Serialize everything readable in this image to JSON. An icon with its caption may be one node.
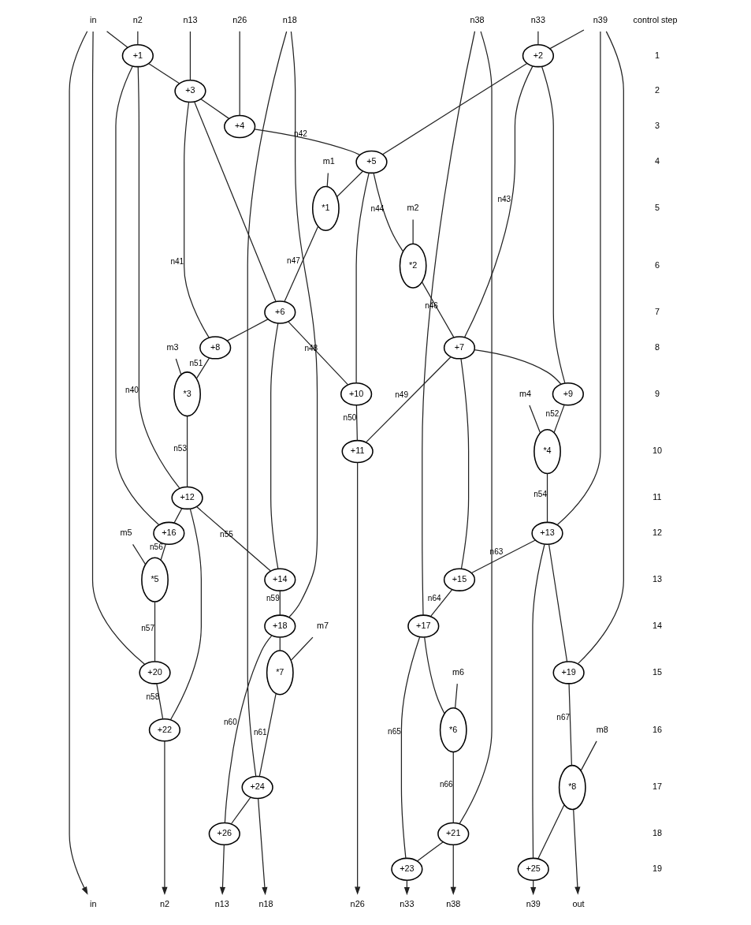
{
  "diagram": {
    "nodes": [
      {
        "text": [
          "in"
        ]
      },
      {
        "text": [
          "n2"
        ]
      },
      {
        "text": [
          "n13"
        ]
      },
      {
        "text": [
          "n26"
        ]
      },
      {
        "text": [
          "n18"
        ]
      },
      {
        "text": [
          "n38"
        ]
      },
      {
        "text": [
          "n33"
        ]
      },
      {
        "text": [
          "n39"
        ]
      },
      {
        "text": [
          "+1"
        ]
      },
      {
        "text": [
          "+2"
        ]
      },
      {
        "text": [
          "+3"
        ]
      },
      {
        "text": [
          "+4"
        ]
      },
      {
        "text": [
          "+5"
        ]
      },
      {
        "text": [
          "m1"
        ]
      },
      {
        "text": [
          "*1"
        ]
      },
      {
        "text": [
          "m2"
        ]
      },
      {
        "text": [
          "*2"
        ]
      },
      {
        "text": [
          "+6"
        ]
      },
      {
        "text": [
          "+8"
        ]
      },
      {
        "text": [
          "+7"
        ]
      },
      {
        "text": [
          "m3"
        ]
      },
      {
        "text": [
          "+10"
        ]
      },
      {
        "text": [
          "+9"
        ]
      },
      {
        "text": [
          "*3"
        ]
      },
      {
        "text": [
          "+11"
        ]
      },
      {
        "text": [
          "m4"
        ]
      },
      {
        "text": [
          "*4"
        ]
      },
      {
        "text": [
          "+12"
        ]
      },
      {
        "text": [
          "+16"
        ]
      },
      {
        "text": [
          "+13"
        ]
      },
      {
        "text": [
          "m5"
        ]
      },
      {
        "text": [
          "+14"
        ]
      },
      {
        "text": [
          "*5"
        ]
      },
      {
        "text": [
          "+15"
        ]
      },
      {
        "text": [
          "+18"
        ]
      },
      {
        "text": [
          "+17"
        ]
      },
      {
        "text": [
          "m7"
        ]
      },
      {
        "text": [
          "+20"
        ]
      },
      {
        "text": [
          "*7"
        ]
      },
      {
        "text": [
          "m6"
        ]
      },
      {
        "text": [
          "+19"
        ]
      },
      {
        "text": [
          "+22"
        ]
      },
      {
        "text": [
          "*6"
        ]
      },
      {
        "text": [
          "m8"
        ]
      },
      {
        "text": [
          "+24"
        ]
      },
      {
        "text": [
          "*8"
        ]
      },
      {
        "text": [
          "+26"
        ]
      },
      {
        "text": [
          "+21"
        ]
      },
      {
        "text": [
          "+23"
        ]
      },
      {
        "text": [
          "+25"
        ]
      },
      {
        "text": [
          "in"
        ]
      },
      {
        "text": [
          "n2"
        ]
      },
      {
        "text": [
          "n13"
        ]
      },
      {
        "text": [
          "n18"
        ]
      },
      {
        "text": [
          "n26"
        ]
      },
      {
        "text": [
          "n33"
        ]
      },
      {
        "text": [
          "n38"
        ]
      },
      {
        "text": [
          "n39"
        ]
      },
      {
        "text": [
          "out"
        ]
      }
    ],
    "edges": [
      {
        "from": 0,
        "to": 8,
        "arrow": "none"
      },
      {
        "from": 0,
        "to": 50,
        "arrow": "to"
      },
      {
        "from": 0,
        "to": 37,
        "arrow": "none"
      },
      {
        "from": 1,
        "to": 8,
        "arrow": "none"
      },
      {
        "from": 2,
        "to": 10,
        "arrow": "none"
      },
      {
        "from": 3,
        "to": 11,
        "arrow": "none"
      },
      {
        "from": 4,
        "to": 34,
        "arrow": "none"
      },
      {
        "from": 4,
        "to": 44,
        "arrow": "none"
      },
      {
        "from": 5,
        "to": 35,
        "arrow": "none"
      },
      {
        "from": 5,
        "to": 47,
        "arrow": "none"
      },
      {
        "from": 6,
        "to": 9,
        "arrow": "none"
      },
      {
        "from": 7,
        "to": 9,
        "arrow": "none"
      },
      {
        "from": 7,
        "to": 29,
        "arrow": "none"
      },
      {
        "from": 7,
        "to": 40,
        "arrow": "none"
      },
      {
        "from": 8,
        "to": 10,
        "arrow": "none"
      },
      {
        "from": 8,
        "to": 27,
        "arrow": "none",
        "label": "n40"
      },
      {
        "from": 8,
        "to": 28,
        "arrow": "none"
      },
      {
        "from": 10,
        "to": 11,
        "arrow": "none"
      },
      {
        "from": 10,
        "to": 18,
        "arrow": "none",
        "label": "n41"
      },
      {
        "from": 10,
        "to": 17,
        "arrow": "none"
      },
      {
        "from": 11,
        "to": 12,
        "arrow": "none",
        "label": "n42"
      },
      {
        "from": 9,
        "to": 12,
        "arrow": "none"
      },
      {
        "from": 9,
        "to": 19,
        "arrow": "none",
        "label": "n43"
      },
      {
        "from": 9,
        "to": 22,
        "arrow": "none"
      },
      {
        "from": 12,
        "to": 14,
        "arrow": "none"
      },
      {
        "from": 12,
        "to": 21,
        "arrow": "none"
      },
      {
        "from": 12,
        "to": 16,
        "arrow": "none",
        "label": "n44"
      },
      {
        "from": 13,
        "to": 14,
        "arrow": "none"
      },
      {
        "from": 14,
        "to": 17,
        "arrow": "none",
        "label": "n47"
      },
      {
        "from": 15,
        "to": 16,
        "arrow": "none"
      },
      {
        "from": 17,
        "to": 18,
        "arrow": "none"
      },
      {
        "from": 17,
        "to": 21,
        "arrow": "none",
        "label": "n48"
      },
      {
        "from": 17,
        "to": 31,
        "arrow": "none"
      },
      {
        "from": 16,
        "to": 19,
        "arrow": "none",
        "label": "n46"
      },
      {
        "from": 19,
        "to": 22,
        "arrow": "none"
      },
      {
        "from": 19,
        "to": 24,
        "arrow": "none",
        "label": "n49"
      },
      {
        "from": 19,
        "to": 33,
        "arrow": "none"
      },
      {
        "from": 21,
        "to": 24,
        "arrow": "none",
        "label": "n50"
      },
      {
        "from": 18,
        "to": 23,
        "arrow": "none",
        "label": "n51"
      },
      {
        "from": 20,
        "to": 23,
        "arrow": "none"
      },
      {
        "from": 23,
        "to": 27,
        "arrow": "none",
        "label": "n53"
      },
      {
        "from": 22,
        "to": 26,
        "arrow": "none",
        "label": "n52"
      },
      {
        "from": 25,
        "to": 26,
        "arrow": "none"
      },
      {
        "from": 26,
        "to": 29,
        "arrow": "none",
        "label": "n54"
      },
      {
        "from": 24,
        "to": 54,
        "arrow": "to"
      },
      {
        "from": 27,
        "to": 28,
        "arrow": "none"
      },
      {
        "from": 27,
        "to": 41,
        "arrow": "none"
      },
      {
        "from": 27,
        "to": 31,
        "arrow": "none",
        "label": "n55"
      },
      {
        "from": 28,
        "to": 32,
        "arrow": "none",
        "label": "n56"
      },
      {
        "from": 30,
        "to": 32,
        "arrow": "none"
      },
      {
        "from": 32,
        "to": 37,
        "arrow": "none",
        "label": "n57"
      },
      {
        "from": 37,
        "to": 41,
        "arrow": "none",
        "label": "n58"
      },
      {
        "from": 41,
        "to": 51,
        "arrow": "to"
      },
      {
        "from": 29,
        "to": 33,
        "arrow": "none",
        "label": "n63"
      },
      {
        "from": 29,
        "to": 40,
        "arrow": "none"
      },
      {
        "from": 29,
        "to": 49,
        "arrow": "none"
      },
      {
        "from": 31,
        "to": 34,
        "arrow": "none",
        "label": "n59"
      },
      {
        "from": 34,
        "to": 38,
        "arrow": "none"
      },
      {
        "from": 34,
        "to": 46,
        "arrow": "none",
        "label": "n60"
      },
      {
        "from": 36,
        "to": 38,
        "arrow": "none"
      },
      {
        "from": 38,
        "to": 44,
        "arrow": "none",
        "label": "n61"
      },
      {
        "from": 44,
        "to": 46,
        "arrow": "none"
      },
      {
        "from": 44,
        "to": 53,
        "arrow": "to"
      },
      {
        "from": 46,
        "to": 52,
        "arrow": "to"
      },
      {
        "from": 33,
        "to": 35,
        "arrow": "none",
        "label": "n64"
      },
      {
        "from": 35,
        "to": 42,
        "arrow": "none"
      },
      {
        "from": 35,
        "to": 48,
        "arrow": "none",
        "label": "n65"
      },
      {
        "from": 39,
        "to": 42,
        "arrow": "none"
      },
      {
        "from": 42,
        "to": 47,
        "arrow": "none",
        "label": "n66"
      },
      {
        "from": 47,
        "to": 48,
        "arrow": "none"
      },
      {
        "from": 47,
        "to": 56,
        "arrow": "to"
      },
      {
        "from": 48,
        "to": 55,
        "arrow": "to"
      },
      {
        "from": 40,
        "to": 45,
        "arrow": "none",
        "label": "n67"
      },
      {
        "from": 43,
        "to": 45,
        "arrow": "none"
      },
      {
        "from": 45,
        "to": 49,
        "arrow": "none"
      },
      {
        "from": 45,
        "to": 58,
        "arrow": "to"
      },
      {
        "from": 49,
        "to": 57,
        "arrow": "to"
      }
    ],
    "labels": [
      "control step",
      "1",
      "2",
      "3",
      "4",
      "5",
      "6",
      "7",
      "8",
      "9",
      "10",
      "11",
      "12",
      "13",
      "14",
      "15",
      "16",
      "17",
      "18",
      "19"
    ]
  }
}
